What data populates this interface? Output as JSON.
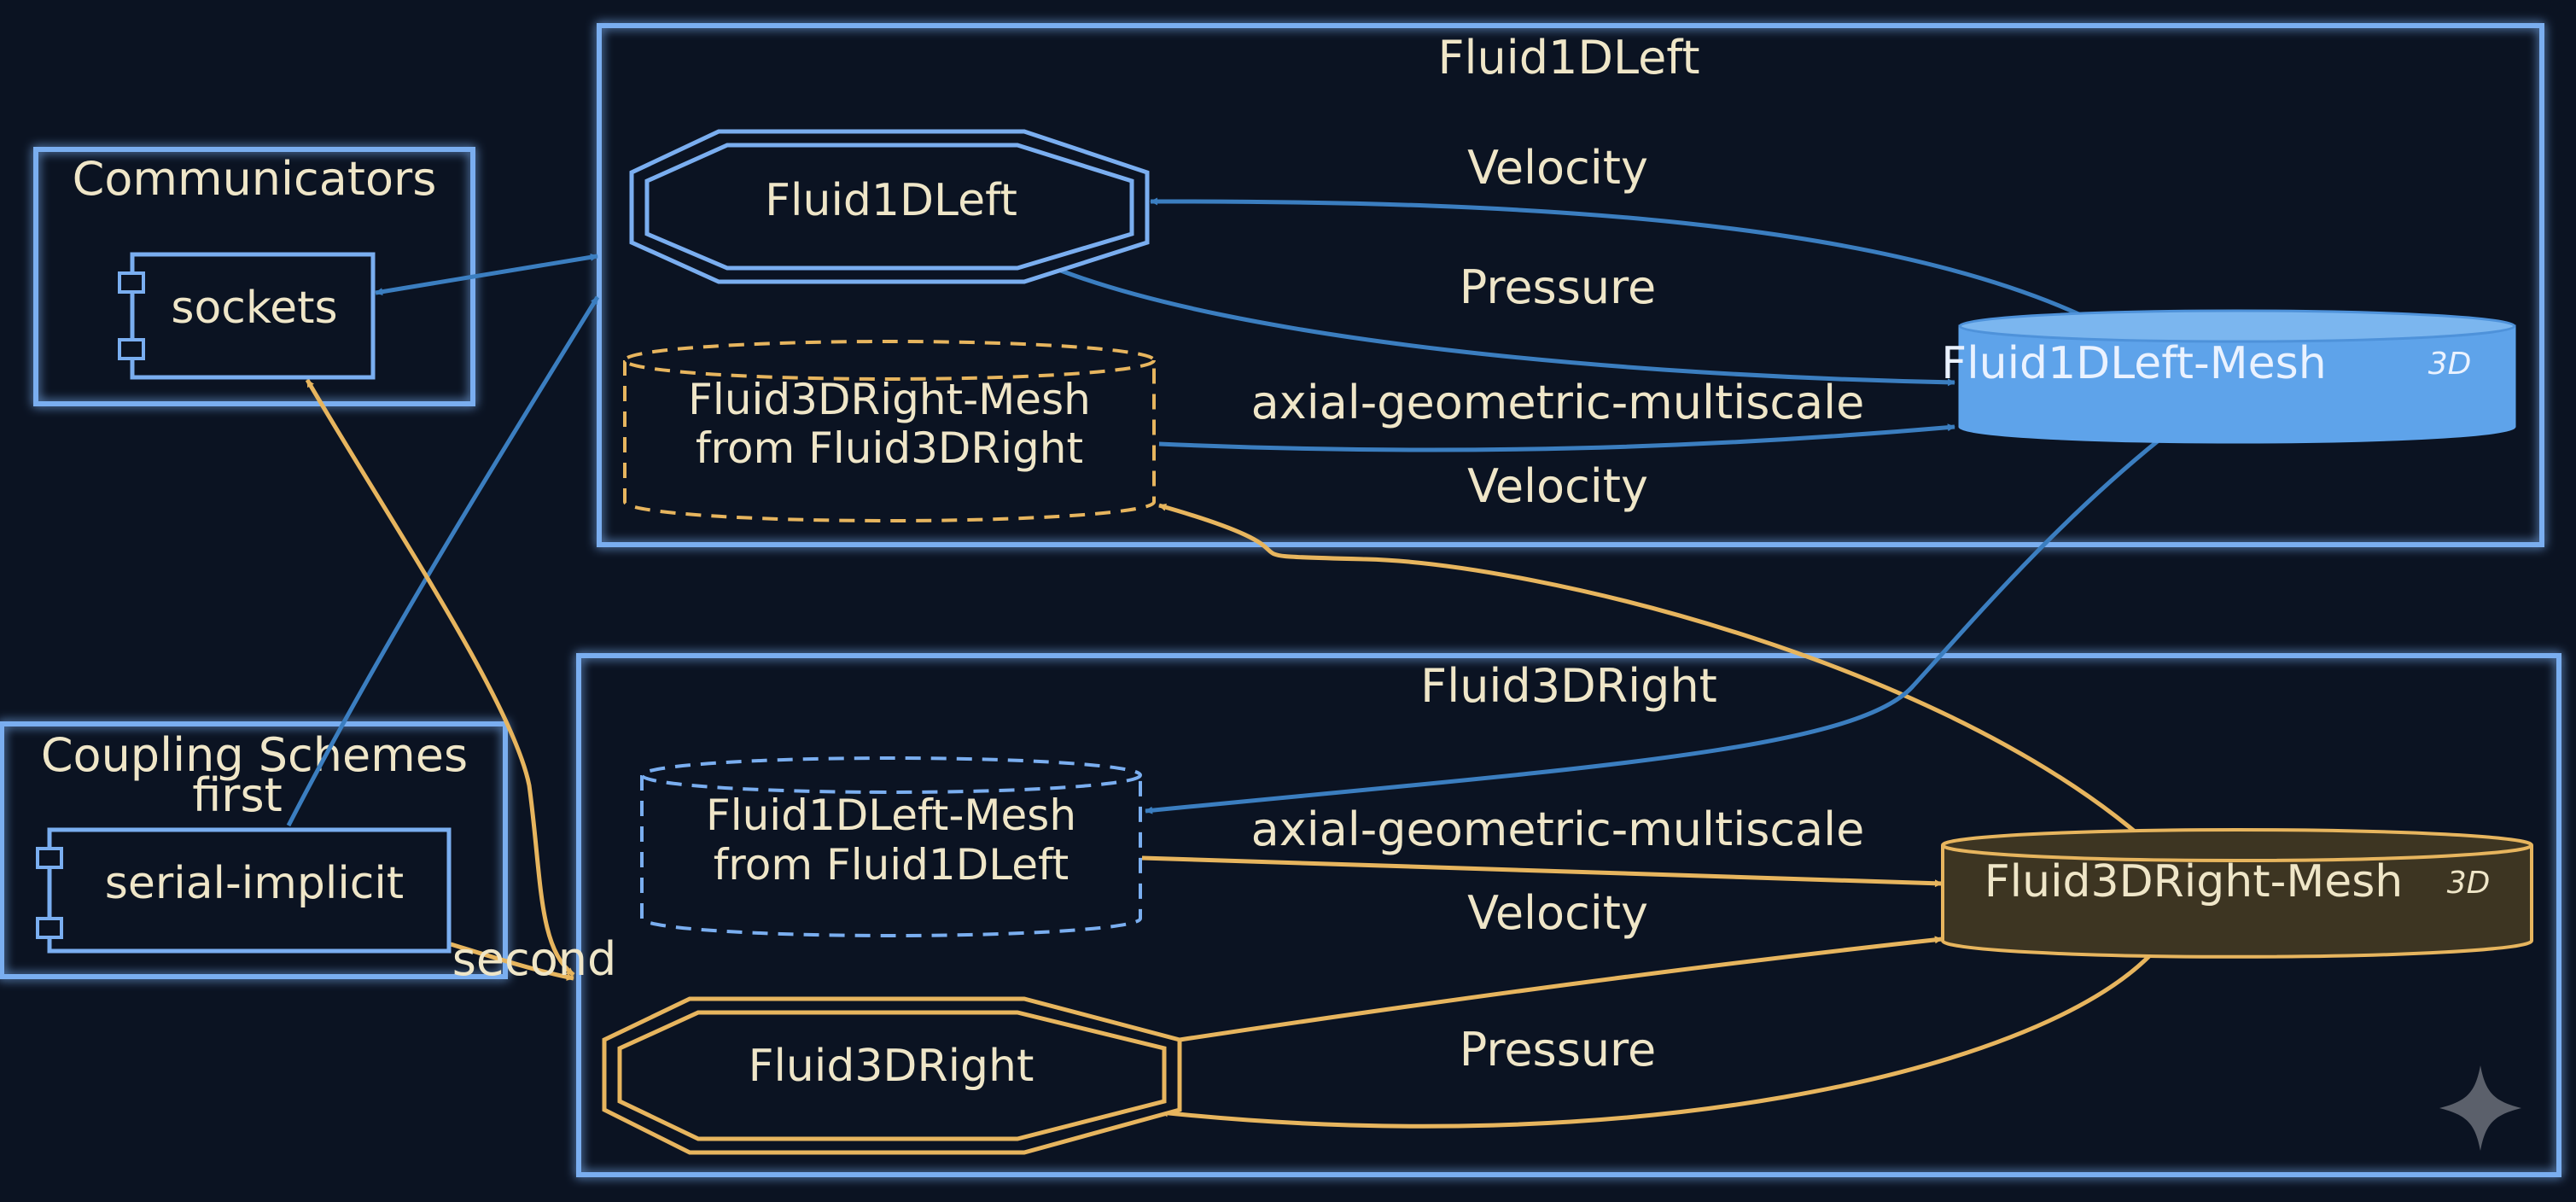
{
  "colors": {
    "background": "#0b1322",
    "blue": "#7aaef0",
    "blue_edge": "#3b7ec0",
    "orange": "#e7b55e",
    "text": "#efe6c8",
    "mesh_blue_fill": "#5ea3ea",
    "mesh_orange_fill": "#3d3522"
  },
  "clusters": {
    "communicators": {
      "title": "Communicators"
    },
    "coupling": {
      "title_line1": "Coupling Schemes",
      "title_line2": "first"
    },
    "fluid1d": {
      "title": "Fluid1DLeft"
    },
    "fluid3d": {
      "title": "Fluid3DRight"
    }
  },
  "nodes": {
    "sockets": {
      "label": "sockets",
      "shape": "component"
    },
    "serial_implicit": {
      "label": "serial-implicit",
      "shape": "component"
    },
    "fluid1d_participant": {
      "label": "Fluid1DLeft",
      "shape": "double-octagon"
    },
    "fluid3d_mesh_from": {
      "label_line1": "Fluid3DRight-Mesh",
      "label_line2": "from Fluid3DRight",
      "shape": "dashed-cylinder"
    },
    "fluid1d_mesh": {
      "label": "Fluid1DLeft-Mesh",
      "badge": "3D",
      "shape": "cylinder"
    },
    "fluid1d_mesh_from": {
      "label_line1": "Fluid1DLeft-Mesh",
      "label_line2": "from Fluid1DLeft",
      "shape": "dashed-cylinder"
    },
    "fluid3d_mesh": {
      "label": "Fluid3DRight-Mesh",
      "badge": "3D",
      "shape": "cylinder"
    },
    "fluid3d_participant": {
      "label": "Fluid3DRight",
      "shape": "double-octagon"
    }
  },
  "edges": {
    "velocity_top": "Velocity",
    "pressure_top": "Pressure",
    "axial_top": "axial-geometric-multiscale",
    "velocity_mid": "Velocity",
    "axial_bottom": "axial-geometric-multiscale",
    "velocity_bottom": "Velocity",
    "pressure_bottom": "Pressure",
    "second": "second"
  },
  "icons": {
    "corner": "sparkle-icon"
  }
}
